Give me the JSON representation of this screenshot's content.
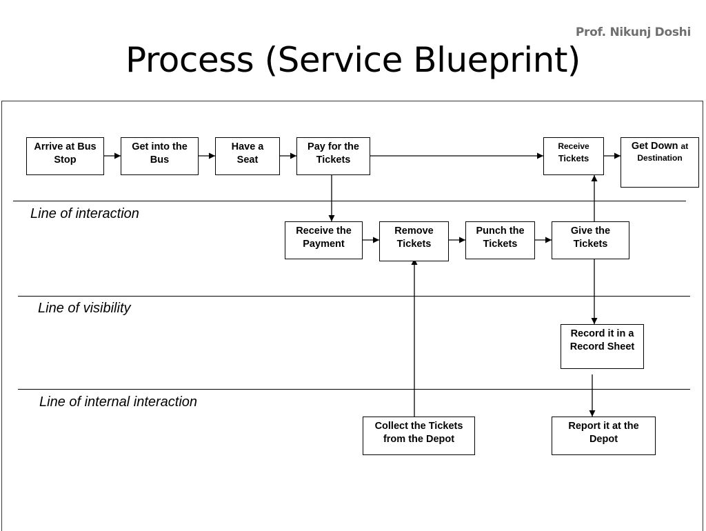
{
  "header": {
    "author": "Prof. Nikunj Doshi",
    "title": "Process (Service Blueprint)"
  },
  "lines": {
    "interaction": "Line of interaction",
    "visibility": "Line of visibility",
    "internal": "Line of internal interaction"
  },
  "steps": {
    "arrive": "Arrive at Bus Stop",
    "get_into": "Get into the Bus",
    "seat": "Have a Seat",
    "pay": "Pay for the Tickets",
    "receive_tickets_a": "Receive",
    "receive_tickets_b": "Tickets",
    "get_down_a": "Get Down",
    "get_down_b": "at",
    "get_down_c": "Destination",
    "receive_payment": "Receive the Payment",
    "remove": "Remove Tickets",
    "punch": "Punch the Tickets",
    "give": "Give the Tickets",
    "record": "Record it in a Record Sheet",
    "collect": "Collect the Tickets from the Depot",
    "report": "Report it at the Depot"
  }
}
